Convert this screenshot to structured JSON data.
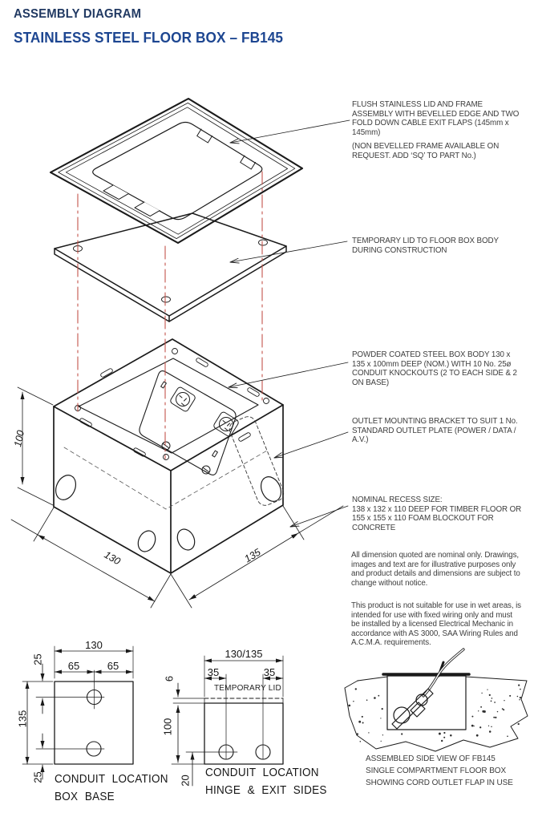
{
  "header": {
    "title": "ASSEMBLY DIAGRAM",
    "subtitle": "STAINLESS STEEL FLOOR BOX – FB145"
  },
  "callouts": {
    "lid": "FLUSH STAINLESS LID AND FRAME ASSEMBLY WITH BEVELLED EDGE AND TWO FOLD DOWN CABLE EXIT FLAPS (145mm x 145mm)",
    "lid_note": "(NON BEVELLED FRAME AVAILABLE ON REQUEST. ADD ‘SQ’ TO PART No.)",
    "temp_lid": "TEMPORARY LID TO FLOOR BOX BODY DURING CONSTRUCTION",
    "body": "POWDER COATED STEEL BOX BODY 130 x 135 x 100mm DEEP (NOM.) WITH 10 No. 25ø CONDUIT KNOCKOUTS (2 TO EACH SIDE & 2 ON BASE)",
    "bracket": "OUTLET MOUNTING BRACKET TO SUIT 1 No. STANDARD OUTLET PLATE (POWER / DATA / A.V.)",
    "recess": "NOMINAL RECESS SIZE:\n138 x 132 x 110 DEEP FOR TIMBER FLOOR OR\n155 x 155 x 110 FOAM BLOCKOUT FOR CONCRETE"
  },
  "notes": {
    "p1": "All dimension quoted are nominal only. Drawings, images and text are for illustrative purposes only and product details and dimensions are subject to change without notice.",
    "p2": "This product is not suitable for use in wet areas, is intended for use with fixed wiring only and must be installed by a licensed Electrical Mechanic in accordance with AS 3000, SAA Wiring Rules and A.C.M.A. requirements."
  },
  "iso_dims": {
    "depth": "100",
    "width": "130",
    "length": "135"
  },
  "base_view": {
    "dim_width": "130",
    "dim_half_left": "65",
    "dim_half_right": "65",
    "dim_height": "135",
    "dim_top": "25",
    "dim_bottom": "25",
    "caption_line1": "CONDUIT LOCATION",
    "caption_line2": "BOX BASE"
  },
  "side_view": {
    "dim_width": "130/135",
    "dim_left": "35",
    "dim_right": "35",
    "dim_lid_thickness": "6",
    "dim_depth": "100",
    "dim_hole_offset": "20",
    "lid_label": "TEMPORARY LID",
    "caption_line1": "CONDUIT LOCATION",
    "caption_line2": "HINGE & EXIT SIDES"
  },
  "assembled_view": {
    "caption": "ASSEMBLED SIDE VIEW OF FB145\nSINGLE COMPARTMENT FLOOR BOX\nSHOWING CORD OUTLET FLAP IN USE"
  },
  "colors": {
    "title_navy": "#223a63",
    "title_blue": "#1d4691",
    "centerline_red": "#c2544b",
    "ink": "#1a1a1a",
    "annotation_text": "#3d3d3d"
  }
}
